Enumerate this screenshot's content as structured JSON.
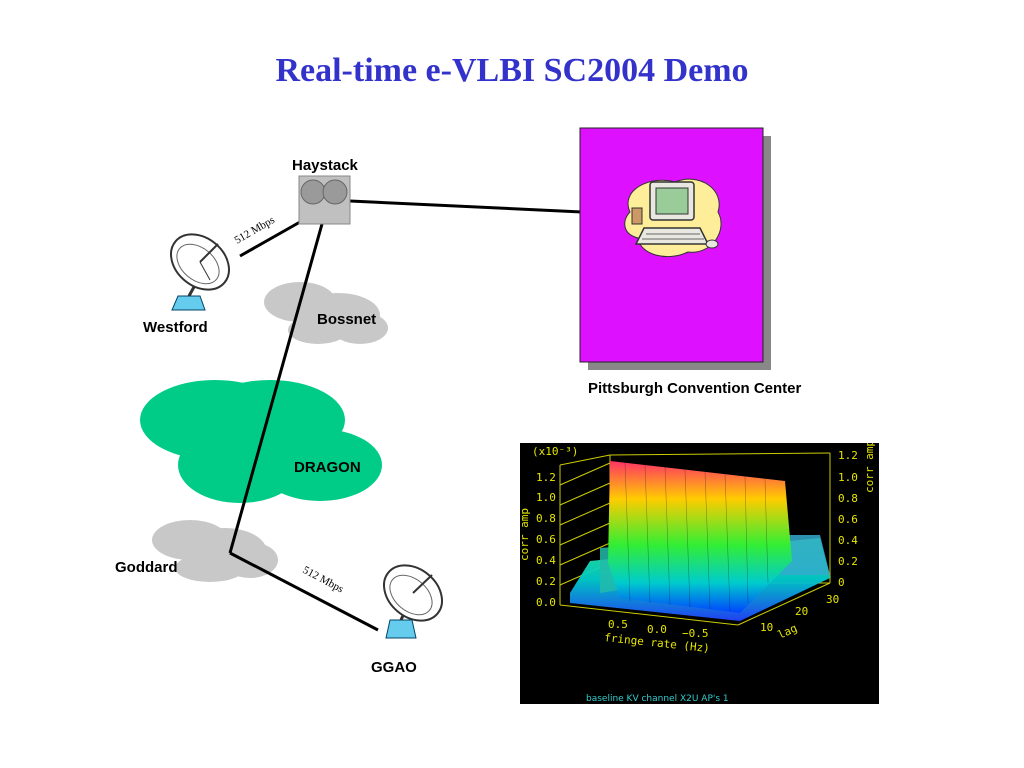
{
  "title": "Real-time e-VLBI SC2004 Demo",
  "sites": {
    "haystack": "Haystack",
    "westford": "Westford",
    "bossnet": "Bossnet",
    "dragon": "DRAGON",
    "goddard": "Goddard",
    "ggao": "GGAO",
    "pittsburgh": "Pittsburgh Convention Center"
  },
  "links": {
    "westford_rate": "512 Mbps",
    "ggao_rate": "512 Mbps"
  },
  "colors": {
    "title": "#3333cc",
    "convention_box": "#dd11ff",
    "dragon_cloud": "#00cc88",
    "gray_cloud": "#c8c8c8"
  },
  "plot": {
    "exponent": "(x10⁻³)",
    "y_ticks_left": [
      "1.2",
      "1.0",
      "0.8",
      "0.6",
      "0.4",
      "0.2",
      "0.0"
    ],
    "y_ticks_right": [
      "1.2",
      "1.0",
      "0.8",
      "0.6",
      "0.4",
      "0.2",
      "0"
    ],
    "ylabel_left": "corr amp",
    "ylabel_right": "corr amp",
    "fringe_ticks": [
      "0.5",
      "0.0",
      "−0.5"
    ],
    "fringe_label": "fringe rate (Hz)",
    "lag_ticks": [
      "10",
      "20",
      "30"
    ],
    "lag_label": "lag",
    "footer": "baseline KV channel X2U      AP's    1"
  }
}
